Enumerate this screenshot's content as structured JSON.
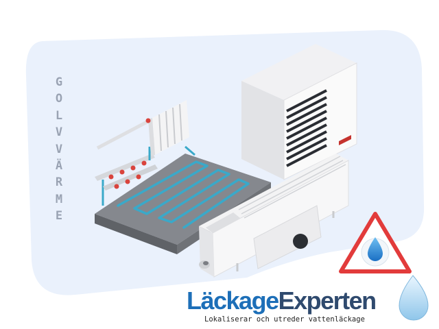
{
  "sidebar_label": {
    "letters": [
      "G",
      "O",
      "L",
      "V",
      "V",
      "Ä",
      "R",
      "M",
      "E"
    ]
  },
  "brand": {
    "name_part1": "Läckage",
    "name_part2": "Experten",
    "tagline": "Lokaliserar och utreder vattenläckage"
  },
  "icons": {
    "warning": "warning-triangle-water-drop-icon",
    "logo_drop": "water-drop-icon"
  },
  "colors": {
    "background_blob": "#eaf1fc",
    "warning_red": "#e23b3b",
    "pipe_blue": "#37a7c7",
    "slab_grey": "#8a8d93",
    "brand_blue": "#1d6fb8",
    "brand_dark": "#2f4a6e"
  }
}
